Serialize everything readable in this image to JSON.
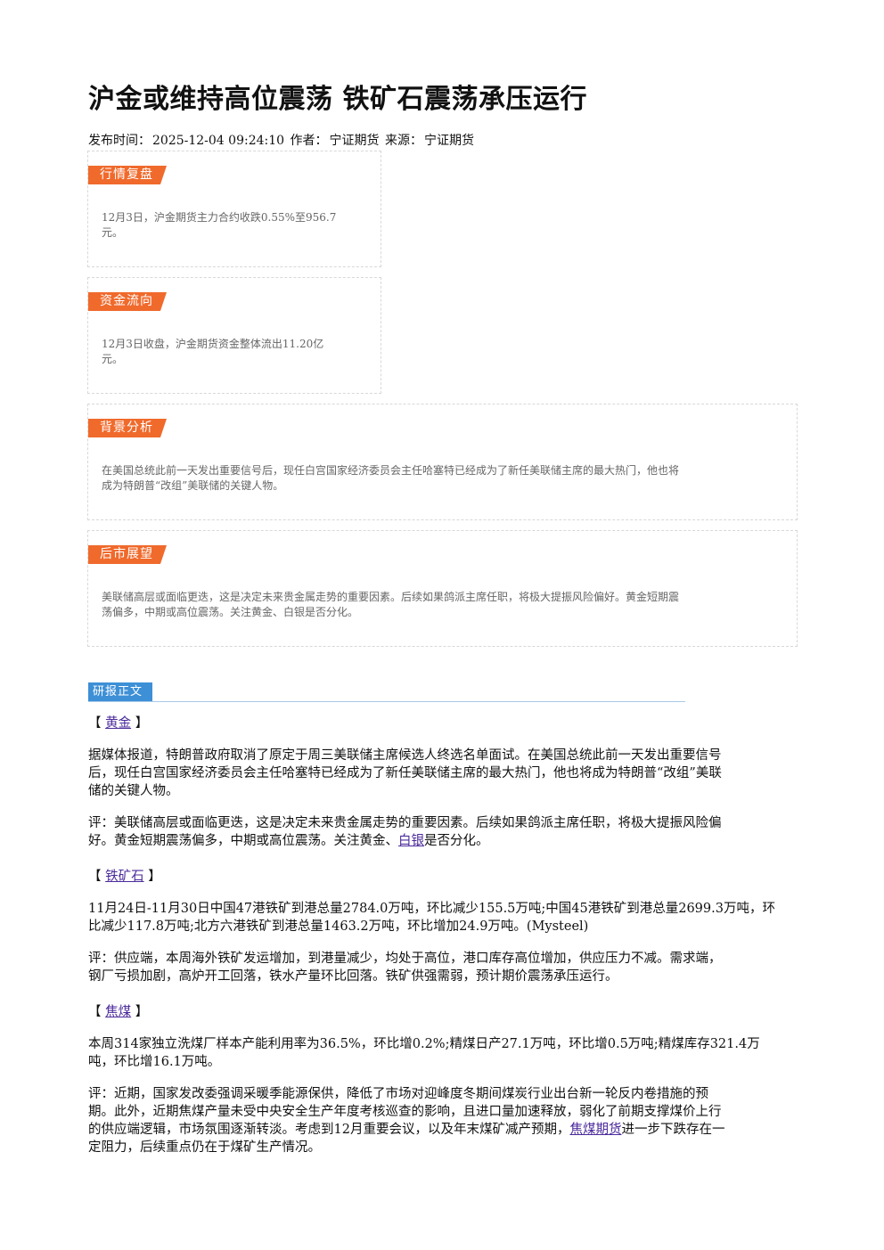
{
  "article": {
    "title": "沪金或维持高位震荡 铁矿石震荡承压运行",
    "meta": {
      "publish_label": "发布时间：",
      "publish_time": "2025-12-04 09:24:10",
      "author_label": "作者：",
      "author": "宁证期货",
      "source_label": "来源：",
      "source": "宁证期货"
    }
  },
  "cards": [
    {
      "tag": "行情复盘",
      "text_line1": "12月3日，沪金期货主力合约收跌0.55%至956.7",
      "text_line2": "元。"
    },
    {
      "tag": "资金流向",
      "text_line1": "12月3日收盘，沪金期货资金整体流出11.20亿",
      "text_line2": "元。"
    },
    {
      "tag": "背景分析",
      "text_line1": "在美国总统此前一天发出重要信号后，现任白宫国家经济委员会主任哈塞特已经成为了新任美联储主席的最大热门，他也将",
      "text_line2": "成为特朗普“改组”美联储的关键人物。"
    },
    {
      "tag": "后市展望",
      "text_line1": "美联储高层或面临更迭，这是决定未来贵金属走势的重要因素。后续如果鸽派主席任职，将极大提振风险偏好。黄金短期震",
      "text_line2": "荡偏多，中期或高位震荡。关注黄金、白银是否分化。"
    }
  ],
  "report": {
    "section_label": "研报正文",
    "bracket_open": "【",
    "bracket_close": "】",
    "gold": {
      "heading": "黄金",
      "para1": [
        "据媒体报道，特朗普政府取消了原定于周三美联储主席候选人终选名单面试。在美国总统此前一天发出重要信号",
        "后，现任白宫国家经济委员会主任哈塞特已经成为了新任美联储主席的最大热门，他也将成为特朗普“改组”美联",
        "储的关键人物。"
      ],
      "comment_line1": "评：美联储高层或面临更迭，这是决定未来贵金属走势的重要因素。后续如果鸽派主席任职，将极大提振风险偏",
      "comment_line2_pre": "好。黄金短期震荡偏多，中期或高位震荡。关注黄金、",
      "comment_link": "白银",
      "comment_line2_post": "是否分化。"
    },
    "iron": {
      "heading": "铁矿石",
      "para1": [
        "11月24日-11月30日中国47港铁矿到港总量2784.0万吨，环比减少155.5万吨;中国45港铁矿到港总量2699.3万吨，环",
        "比减少117.8万吨;北方六港铁矿到港总量1463.2万吨，环比增加24.9万吨。(Mysteel)"
      ],
      "comment": [
        "评：供应端，本周海外铁矿发运增加，到港量减少，均处于高位，港口库存高位增加，供应压力不减。需求端，",
        "钢厂亏损加剧，高炉开工回落，铁水产量环比回落。铁矿供强需弱，预计期价震荡承压运行。"
      ]
    },
    "coke": {
      "heading": "焦煤",
      "para1": [
        "本周314家独立洗煤厂样本产能利用率为36.5%，环比增0.2%;精煤日产27.1万吨，环比增0.5万吨;精煤库存321.4万",
        "吨，环比增16.1万吨。"
      ],
      "comment_lines": [
        "评：近期，国家发改委强调采暖季能源保供，降低了市场对迎峰度冬期间煤炭行业出台新一轮反内卷措施的预",
        "期。此外，近期焦煤产量未受中央安全生产年度考核巡查的影响，且进口量加速释放，弱化了前期支撑煤价上行",
        "的供应端逻辑，市场氛围逐渐转淡。考虑到12月重要会议，以及年末煤矿减产预期，"
      ],
      "comment_link": "焦煤期货",
      "comment_line3_post": "进一步下跌存在一",
      "comment_line4": "定阻力，后续重点仍在于煤矿生产情况。"
    }
  }
}
